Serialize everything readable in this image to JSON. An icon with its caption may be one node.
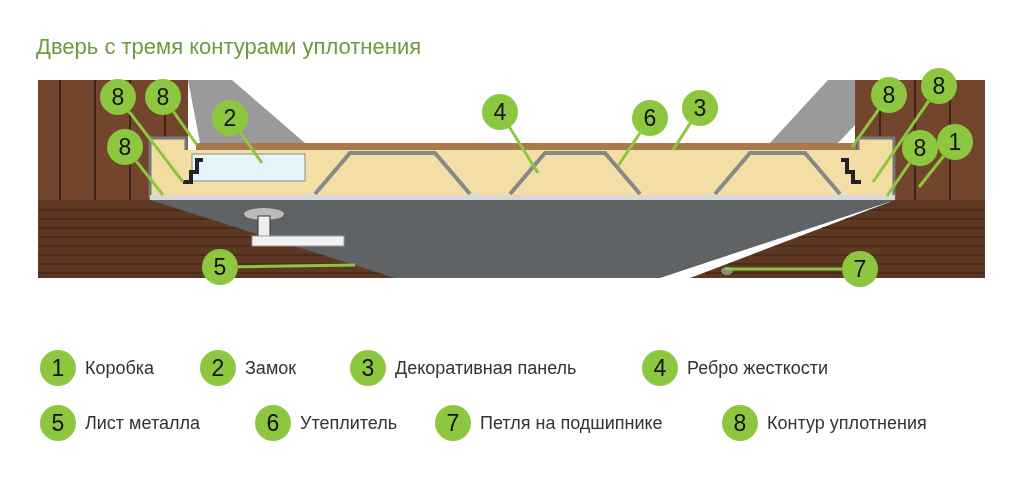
{
  "diagram": {
    "title": "Дверь с тремя контурами уплотнения",
    "nodes": [
      {
        "text": [
          "8"
        ]
      },
      {
        "text": [
          "8"
        ]
      },
      {
        "text": [
          "8"
        ]
      },
      {
        "text": [
          "8"
        ]
      },
      {
        "text": [
          "3"
        ]
      },
      {
        "text": [
          "4"
        ]
      },
      {
        "text": [
          "2"
        ]
      },
      {
        "text": [
          "6"
        ]
      },
      {
        "text": [
          "1"
        ]
      },
      {
        "text": [
          "8"
        ]
      },
      {
        "text": [
          "8"
        ]
      },
      {
        "text": [
          "5"
        ]
      },
      {
        "text": [
          "7"
        ]
      },
      {
        "text": [
          "1"
        ],
        "beside": [
          "Коробка"
        ]
      },
      {
        "text": [
          "2"
        ],
        "beside": [
          "Замок"
        ]
      },
      {
        "text": [
          "3"
        ],
        "beside": [
          "Декоративная панель"
        ]
      },
      {
        "text": [
          "4"
        ],
        "beside": [
          "Ребро жесткости"
        ]
      },
      {
        "text": [
          "5"
        ],
        "beside": [
          "Лист металла"
        ]
      },
      {
        "text": [
          "6"
        ],
        "beside": [
          "Утеплитель"
        ]
      },
      {
        "text": [
          "7"
        ],
        "beside": [
          "Петля на подшипнике"
        ]
      },
      {
        "text": [
          "8"
        ],
        "beside": [
          "Контур уплотнения"
        ]
      }
    ],
    "edges": [
      {
        "from": 0,
        "to": null,
        "arrow": "none"
      },
      {
        "from": 1,
        "to": null,
        "arrow": "none"
      },
      {
        "from": 2,
        "to": null,
        "arrow": "none"
      },
      {
        "from": 3,
        "to": null,
        "arrow": "none"
      },
      {
        "from": 4,
        "to": null,
        "arrow": "none"
      },
      {
        "from": 5,
        "to": null,
        "arrow": "none"
      },
      {
        "from": 6,
        "to": null,
        "arrow": "none"
      },
      {
        "from": 7,
        "to": null,
        "arrow": "none"
      },
      {
        "from": 8,
        "to": null,
        "arrow": "none"
      },
      {
        "from": 9,
        "to": null,
        "arrow": "none"
      },
      {
        "from": 10,
        "to": null,
        "arrow": "none"
      },
      {
        "from": 11,
        "to": null,
        "arrow": "none"
      },
      {
        "from": 12,
        "to": null,
        "arrow": "none"
      }
    ]
  }
}
